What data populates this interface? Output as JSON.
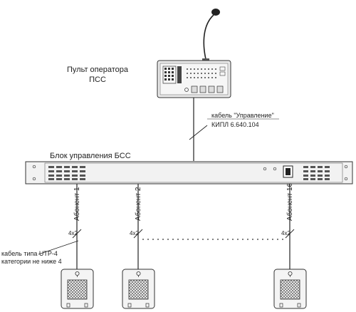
{
  "operator_console": {
    "label_line1": "Пульт оператора",
    "label_line2": "ПСС"
  },
  "control_cable": {
    "label_line1": "кабель \"Управление\"",
    "label_line2": "КИПЛ 6.640.104"
  },
  "control_unit": {
    "label": "Блок управления БСС"
  },
  "subscribers": [
    {
      "label": "Абонент 1",
      "pair_label": "4x2"
    },
    {
      "label": "Абонент 2",
      "pair_label": "4x2"
    },
    {
      "label": "Абонент 16",
      "pair_label": "4x2"
    }
  ],
  "utp_cable": {
    "label_line1": "кабель типа UTP-4",
    "label_line2": "категории не ниже 4"
  }
}
